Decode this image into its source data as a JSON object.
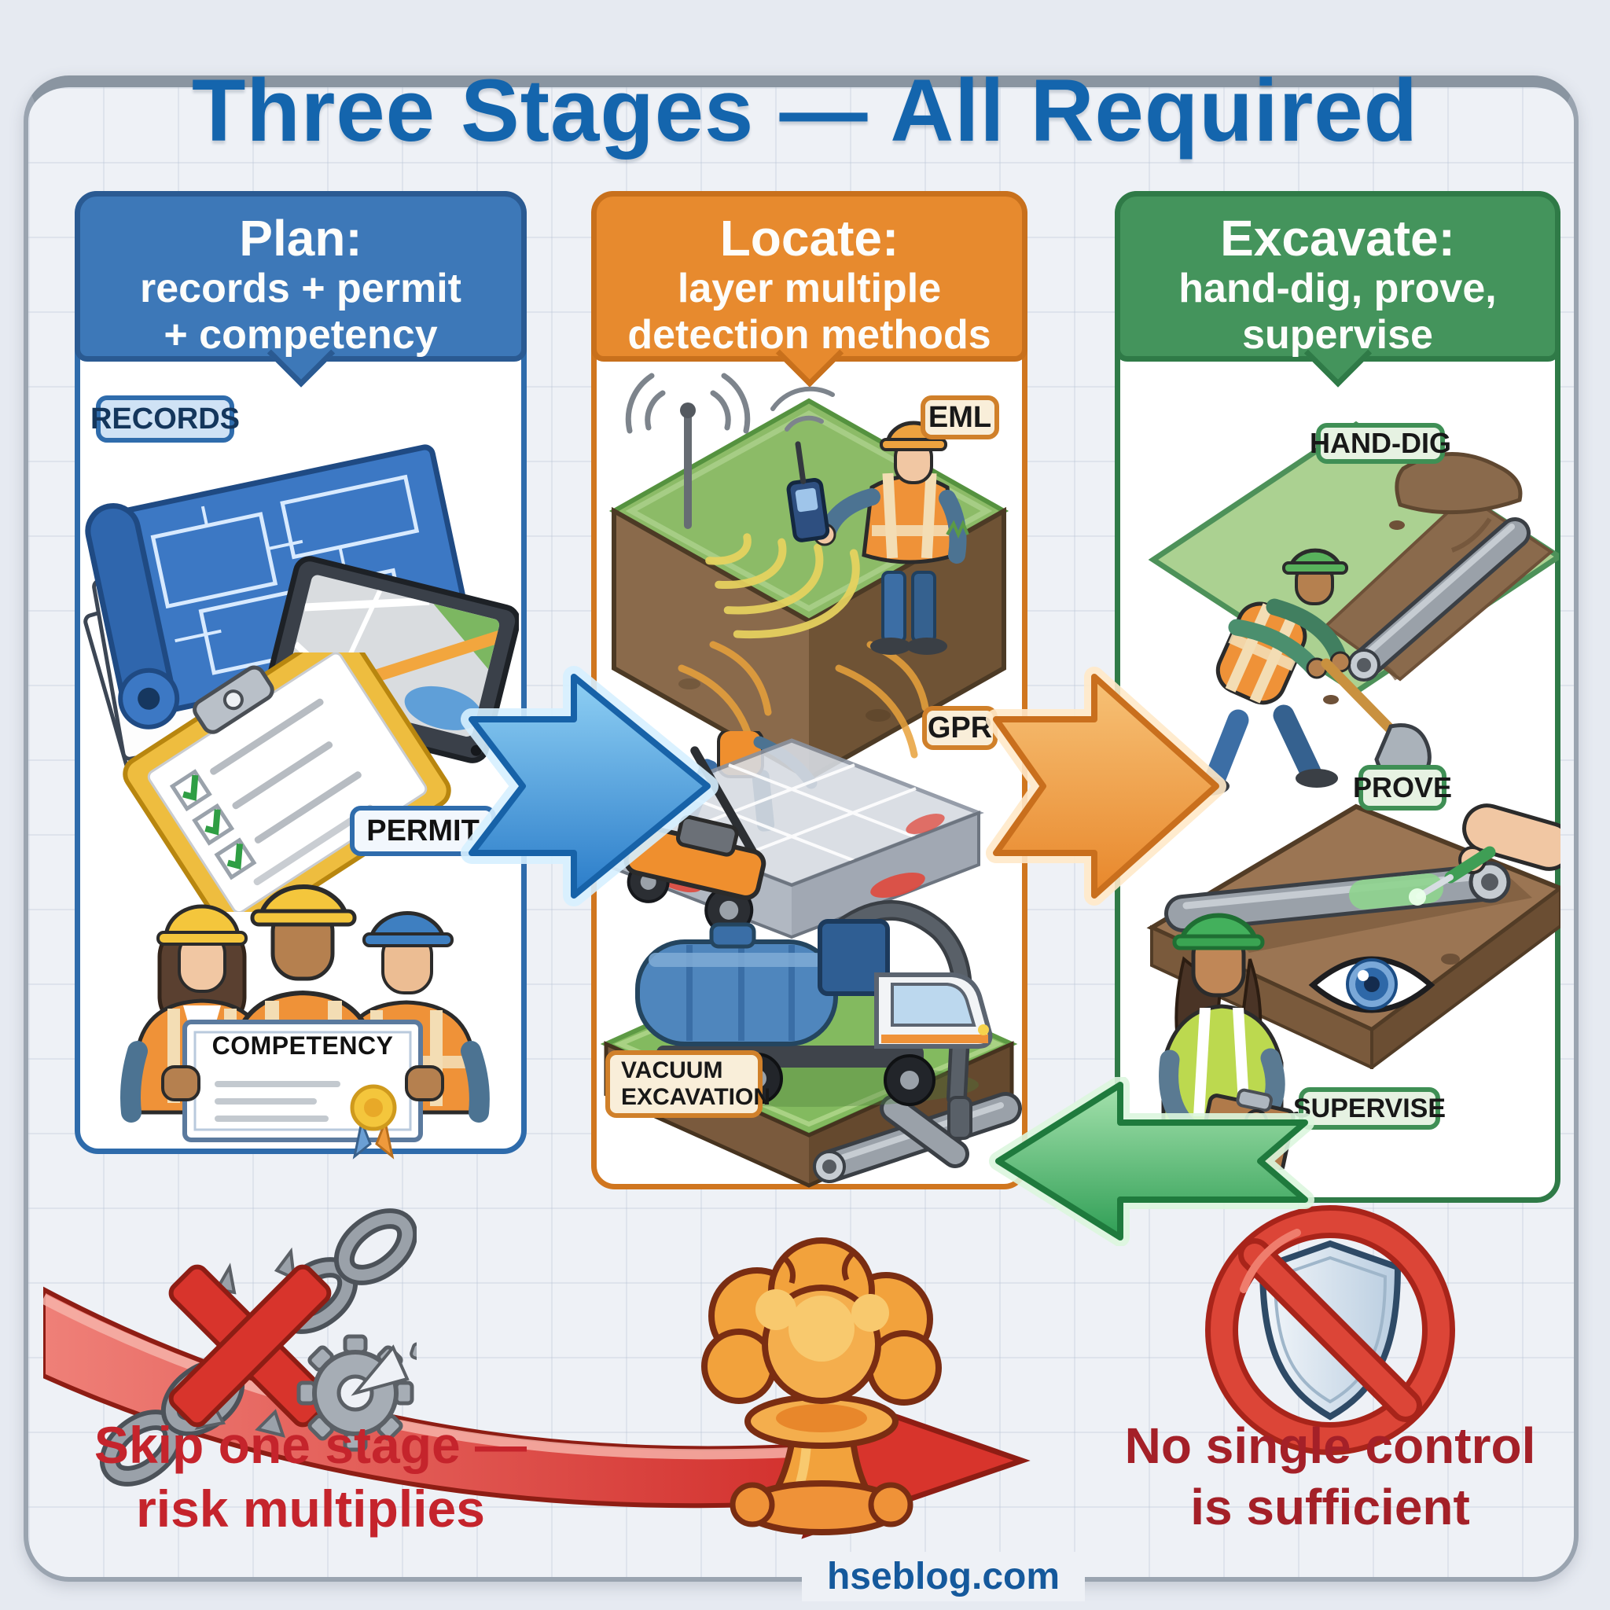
{
  "title": "Three Stages — All Required",
  "stages": {
    "plan": {
      "heading": "Plan:",
      "sub1": "records + permit",
      "sub2": "+ competency",
      "records_tag": "RECORDS",
      "permit_tag": "PERMIT",
      "certificate_title": "COMPETENCY"
    },
    "locate": {
      "heading": "Locate:",
      "sub1": "layer multiple",
      "sub2": "detection methods",
      "eml_tag": "EML",
      "gpr_tag": "GPR",
      "vacuum_tag_line1": "VACUUM",
      "vacuum_tag_line2": "EXCAVATION"
    },
    "excavate": {
      "heading": "Excavate:",
      "sub1": "hand-dig, prove,",
      "sub2": "supervise",
      "hand_dig_tag": "HAND-DIG",
      "prove_tag": "PROVE",
      "supervise_tag": "SUPERVISE"
    }
  },
  "warnings": {
    "skip_line1": "Skip one stage —",
    "skip_line2": "risk multiplies",
    "control_line1": "No single control",
    "control_line2": "is sufficient"
  },
  "footer": {
    "site": "hseblog.com"
  },
  "icons": {
    "plan": [
      "blueprint-tablet-icon",
      "checklist-clipboard-icon",
      "workers-certificate-icon"
    ],
    "locate": [
      "eml-locator-icon",
      "gpr-scanner-icon",
      "vacuum-truck-icon",
      "signal-antenna-icon"
    ],
    "excavate": [
      "hand-dig-shovel-icon",
      "probe-pipe-icon",
      "eye-icon",
      "supervisor-clipboard-icon"
    ],
    "bottom": [
      "broken-chain-icon",
      "broken-gear-icon",
      "red-x-icon",
      "explosion-icon",
      "no-shield-icon",
      "red-arrow-icon"
    ],
    "flow": [
      "blue-arrow-icon",
      "orange-arrow-icon",
      "green-arrow-icon"
    ]
  },
  "colors": {
    "title_blue": "#1465ad",
    "plan_blue": "#3d78b8",
    "locate_orange": "#e78a2e",
    "excavate_green": "#44945c",
    "warning_red": "#c5242c",
    "dark_red": "#a42028",
    "tag_blue_bg": "#cfe2f5",
    "tag_cream_bg": "#f9eed9",
    "tag_green_bg": "#e6f2e2",
    "background": "#eef1f6"
  }
}
